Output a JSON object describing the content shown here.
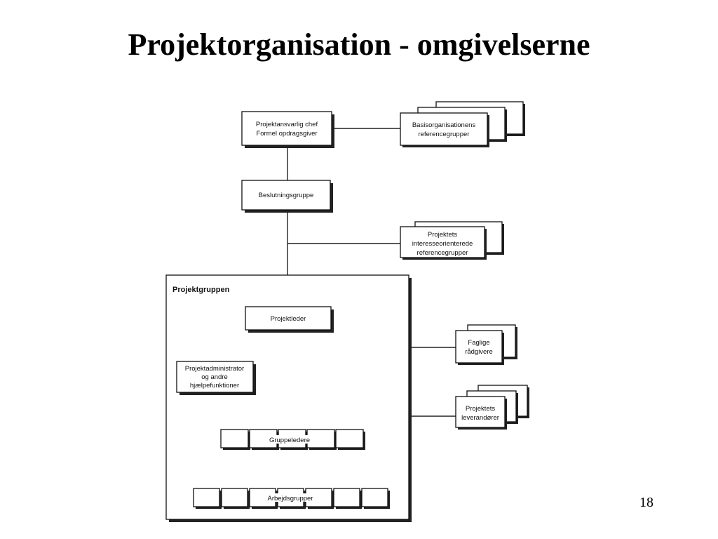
{
  "slide": {
    "title": "Projektorganisation - omgivelserne",
    "page_number": "18"
  },
  "diagram": {
    "chef": [
      "Projektansvarlig chef",
      "Formel opdragsgiver"
    ],
    "basis_ref": [
      "Basisorganisationens",
      "referencegrupper"
    ],
    "beslutning": "Beslutningsgruppe",
    "interesse_ref": [
      "Projektets",
      "interesseorienterede",
      "referencegrupper"
    ],
    "projektgruppen": "Projektgruppen",
    "projektleder": "Projektleder",
    "faglige": [
      "Faglige",
      "rådgivere"
    ],
    "admin": [
      "Projektadministrator",
      "og andre",
      "hjælpefunktioner"
    ],
    "leverandoerer": [
      "Projektets",
      "leverandører"
    ],
    "gruppeledere": "Gruppeledere",
    "arbejdsgrupper": "Arbejdsgrupper"
  }
}
